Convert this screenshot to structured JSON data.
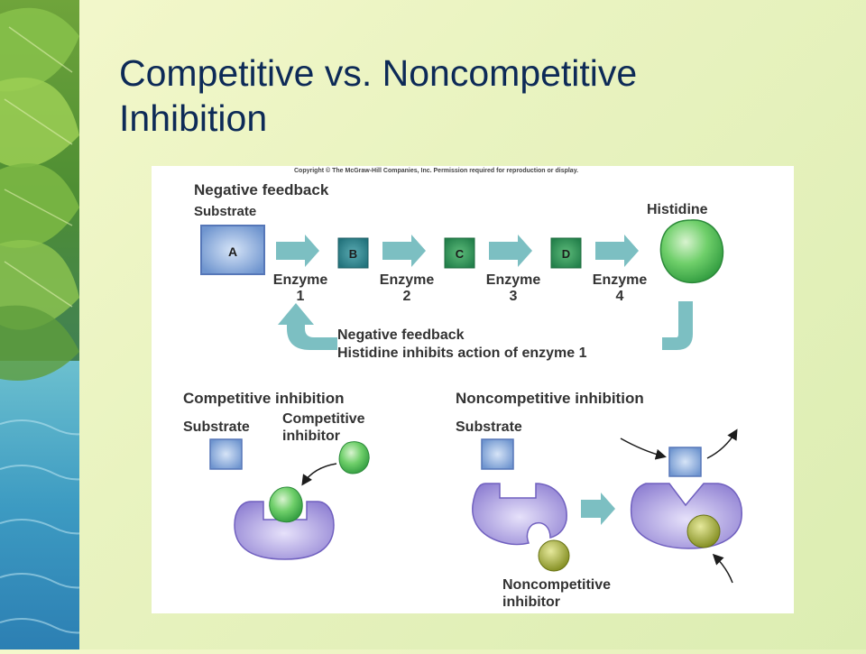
{
  "slide": {
    "title_line1": "Competitive vs. Noncompetitive",
    "title_line2": "Inhibition"
  },
  "figure": {
    "copyright": "Copyright © The McGraw-Hill Companies, Inc. Permission required for reproduction or display.",
    "pathway": {
      "heading": "Negative feedback",
      "substrate_label": "Substrate",
      "intermediates": [
        "A",
        "B",
        "C",
        "D"
      ],
      "enzymes": [
        {
          "name": "Enzyme",
          "number": "1"
        },
        {
          "name": "Enzyme",
          "number": "2"
        },
        {
          "name": "Enzyme",
          "number": "3"
        },
        {
          "name": "Enzyme",
          "number": "4"
        }
      ],
      "product_label": "Histidine",
      "feedback_line1": "Negative feedback",
      "feedback_line2": "Histidine inhibits action of enzyme 1"
    },
    "competitive": {
      "heading": "Competitive inhibition",
      "substrate_label": "Substrate",
      "inhibitor_line1": "Competitive",
      "inhibitor_line2": "inhibitor"
    },
    "noncompetitive": {
      "heading": "Noncompetitive inhibition",
      "substrate_label": "Substrate",
      "inhibitor_line1": "Noncompetitive",
      "inhibitor_line2": "inhibitor"
    }
  },
  "colors": {
    "title": "#0d2a57",
    "substrate_blue": "#7a9fd6",
    "intermediate_teal": "#3a8a95",
    "intermediate_green": "#3f9a68",
    "product_green": "#4cb860",
    "arrow_teal": "#7cbfc2",
    "enzyme_purple": "#9d8fd8",
    "noncomp_inhibitor_olive": "#9aa030"
  }
}
